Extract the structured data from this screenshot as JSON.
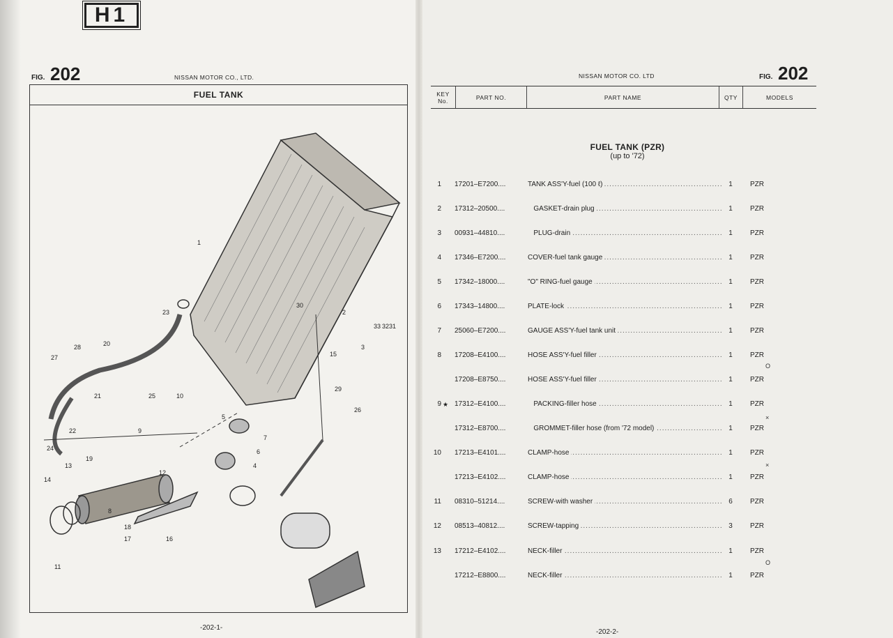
{
  "header": {
    "section_tag": "H1",
    "fig_label": "FIG.",
    "fig_number": "202",
    "maker": "NISSAN MOTOR CO., LTD.",
    "maker_right": "NISSAN MOTOR CO. LTD"
  },
  "illustration": {
    "title": "FUEL TANK",
    "callouts": [
      "1",
      "2",
      "3",
      "4",
      "5",
      "6",
      "7",
      "8",
      "9",
      "10",
      "11",
      "12",
      "13",
      "14",
      "15",
      "16",
      "17",
      "18",
      "19",
      "20",
      "21",
      "22",
      "23",
      "24",
      "25",
      "26",
      "27",
      "28",
      "29",
      "30",
      "31",
      "32",
      "33"
    ]
  },
  "table": {
    "columns": {
      "key": "KEY No.",
      "part_no": "PART NO.",
      "part_name": "PART NAME",
      "qty": "QTY",
      "models": "MODELS"
    },
    "section_title": "FUEL TANK (PZR)",
    "section_subtitle": "(up to '72)",
    "rows": [
      {
        "key": "1",
        "star": "",
        "part_no": "17201–E7200....",
        "name": "TANK ASS'Y-fuel (100 ℓ)",
        "qty": "1",
        "model": "PZR"
      },
      {
        "key": "2",
        "star": "",
        "part_no": "17312–20500....",
        "name": "   GASKET-drain plug",
        "qty": "1",
        "model": "PZR"
      },
      {
        "key": "3",
        "star": "",
        "part_no": "00931–44810....",
        "name": "   PLUG-drain",
        "qty": "1",
        "model": "PZR"
      },
      {
        "key": "4",
        "star": "",
        "part_no": "17346–E7200....",
        "name": "COVER-fuel tank gauge",
        "qty": "1",
        "model": "PZR"
      },
      {
        "key": "5",
        "star": "",
        "part_no": "17342–18000....",
        "name": "\"O\" RING-fuel gauge",
        "qty": "1",
        "model": "PZR"
      },
      {
        "key": "6",
        "star": "",
        "part_no": "17343–14800....",
        "name": "PLATE-lock",
        "qty": "1",
        "model": "PZR"
      },
      {
        "key": "7",
        "star": "",
        "part_no": "25060–E7200....",
        "name": "GAUGE ASS'Y-fuel tank unit",
        "qty": "1",
        "model": "PZR"
      },
      {
        "key": "8",
        "star": "",
        "part_no": "17208–E4100....",
        "name": "HOSE ASS'Y-fuel filler",
        "qty": "1",
        "model": "PZR"
      },
      {
        "key": "",
        "star": "",
        "part_no": "17208–E8750....",
        "name": "HOSE ASS'Y-fuel filler",
        "qty": "1",
        "model": "PZR"
      },
      {
        "key": "9",
        "star": "★",
        "part_no": "17312–E4100....",
        "name": "   PACKING-filler hose",
        "qty": "1",
        "model": "PZR"
      },
      {
        "key": "",
        "star": "",
        "part_no": "17312–E8700....",
        "name": "   GROMMET-filler hose (from '72 model)",
        "qty": "1",
        "model": "PZR"
      },
      {
        "key": "10",
        "star": "",
        "part_no": "17213–E4101....",
        "name": "CLAMP-hose",
        "qty": "1",
        "model": "PZR"
      },
      {
        "key": "",
        "star": "",
        "part_no": "17213–E4102....",
        "name": "CLAMP-hose",
        "qty": "1",
        "model": "PZR"
      },
      {
        "key": "11",
        "star": "",
        "part_no": "08310–51214....",
        "name": "SCREW-with washer",
        "qty": "6",
        "model": "PZR"
      },
      {
        "key": "12",
        "star": "",
        "part_no": "08513–40812....",
        "name": "SCREW-tapping",
        "qty": "3",
        "model": "PZR"
      },
      {
        "key": "13",
        "star": "",
        "part_no": "17212–E4102....",
        "name": "NECK-filler",
        "qty": "1",
        "model": "PZR"
      },
      {
        "key": "",
        "star": "",
        "part_no": "17212–E8800....",
        "name": "NECK-filler",
        "qty": "1",
        "model": "PZR"
      }
    ],
    "brackets": [
      "O",
      "×",
      "×",
      "O"
    ]
  },
  "footer": {
    "left": "-202-1-",
    "right": "-202-2-"
  }
}
